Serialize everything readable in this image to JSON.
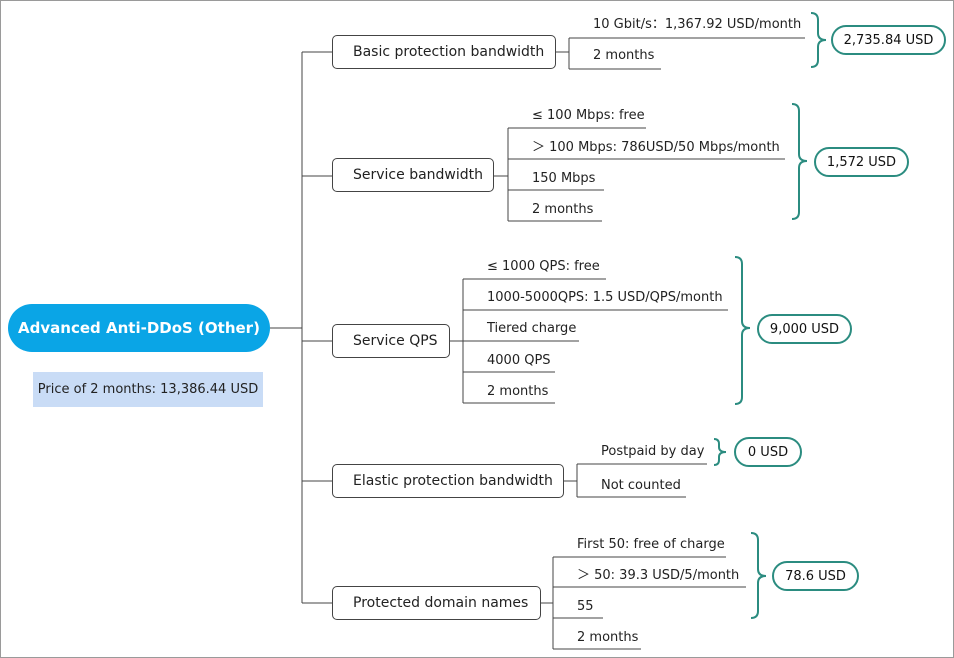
{
  "root": {
    "title": "Advanced Anti-DDoS (Other)",
    "summary": "Price of 2 months: 13,386.44 USD"
  },
  "branches": [
    {
      "label": "Basic protection bandwidth",
      "items": [
        "10 Gbit/s：1,367.92 USD/month",
        "2 months"
      ],
      "total": "2,735.84 USD"
    },
    {
      "label": "Service bandwidth",
      "items": [
        "≤ 100 Mbps: free",
        "＞ 100 Mbps: 786USD/50 Mbps/month",
        "150 Mbps",
        "2 months"
      ],
      "total": "1,572 USD"
    },
    {
      "label": "Service QPS",
      "items": [
        "≤ 1000 QPS: free",
        "1000-5000QPS: 1.5 USD/QPS/month",
        "Tiered charge",
        "4000 QPS",
        "2 months"
      ],
      "total": "9,000 USD"
    },
    {
      "label": "Elastic protection bandwidth",
      "items": [
        "Postpaid by day",
        "Not counted"
      ],
      "total": "0 USD"
    },
    {
      "label": "Protected domain names",
      "items": [
        "First 50: free of charge",
        "＞ 50: 39.3 USD/5/month",
        "55",
        "2 months"
      ],
      "total": "78.6 USD"
    }
  ],
  "colors": {
    "root_fill": "#0aa5e6",
    "summary_fill": "#c9dcf6",
    "total_border": "#2b8c80",
    "line": "#444444"
  }
}
